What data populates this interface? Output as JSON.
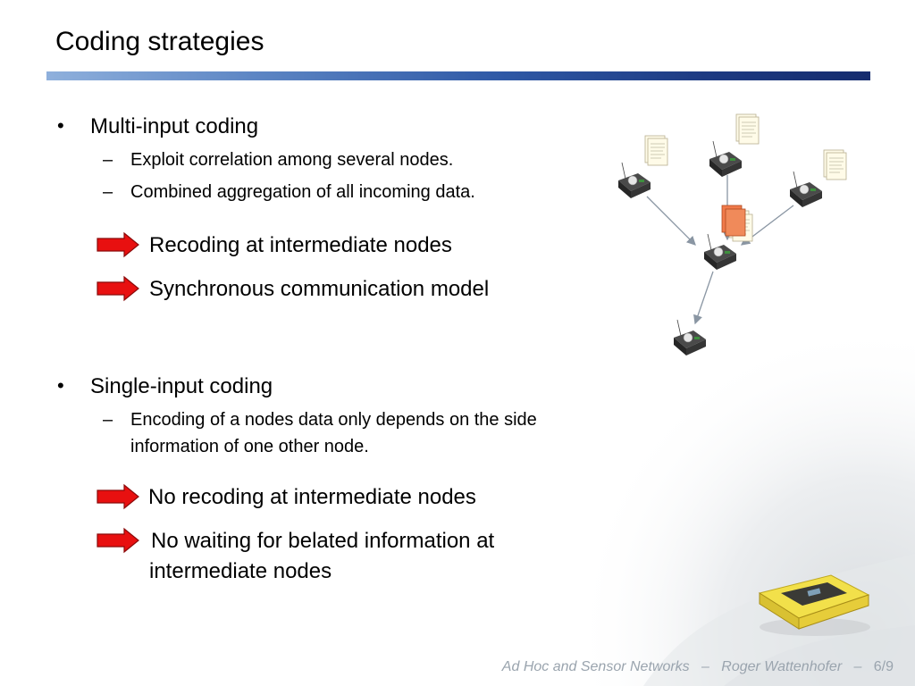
{
  "slide": {
    "title": "Coding strategies",
    "sections": [
      {
        "bullet": "Multi-input coding",
        "subs": [
          "Exploit correlation among several nodes.",
          "Combined aggregation of all incoming data."
        ],
        "arrows": [
          "Recoding at intermediate nodes",
          "Synchronous communication model"
        ]
      },
      {
        "bullet": "Single-input coding",
        "subs": [
          "Encoding of a nodes data only depends on the side",
          "information of one other node."
        ],
        "arrows": [
          "No recoding at intermediate nodes",
          "No waiting for belated information at",
          "intermediate nodes"
        ]
      }
    ]
  },
  "footer": {
    "course": "Ad Hoc and Sensor Networks",
    "sep1": "–",
    "author": "Roger Wattenhofer",
    "sep2": "–",
    "page": "6/9"
  },
  "colors": {
    "title_bar": "#1d3a82",
    "arrow": "#e81010",
    "footer_text": "#9aa4ae"
  },
  "icons": [
    "bullet-dot",
    "dash",
    "red-arrow-icon",
    "sensor-node-icon",
    "document-icon",
    "sensor-device-photo"
  ]
}
